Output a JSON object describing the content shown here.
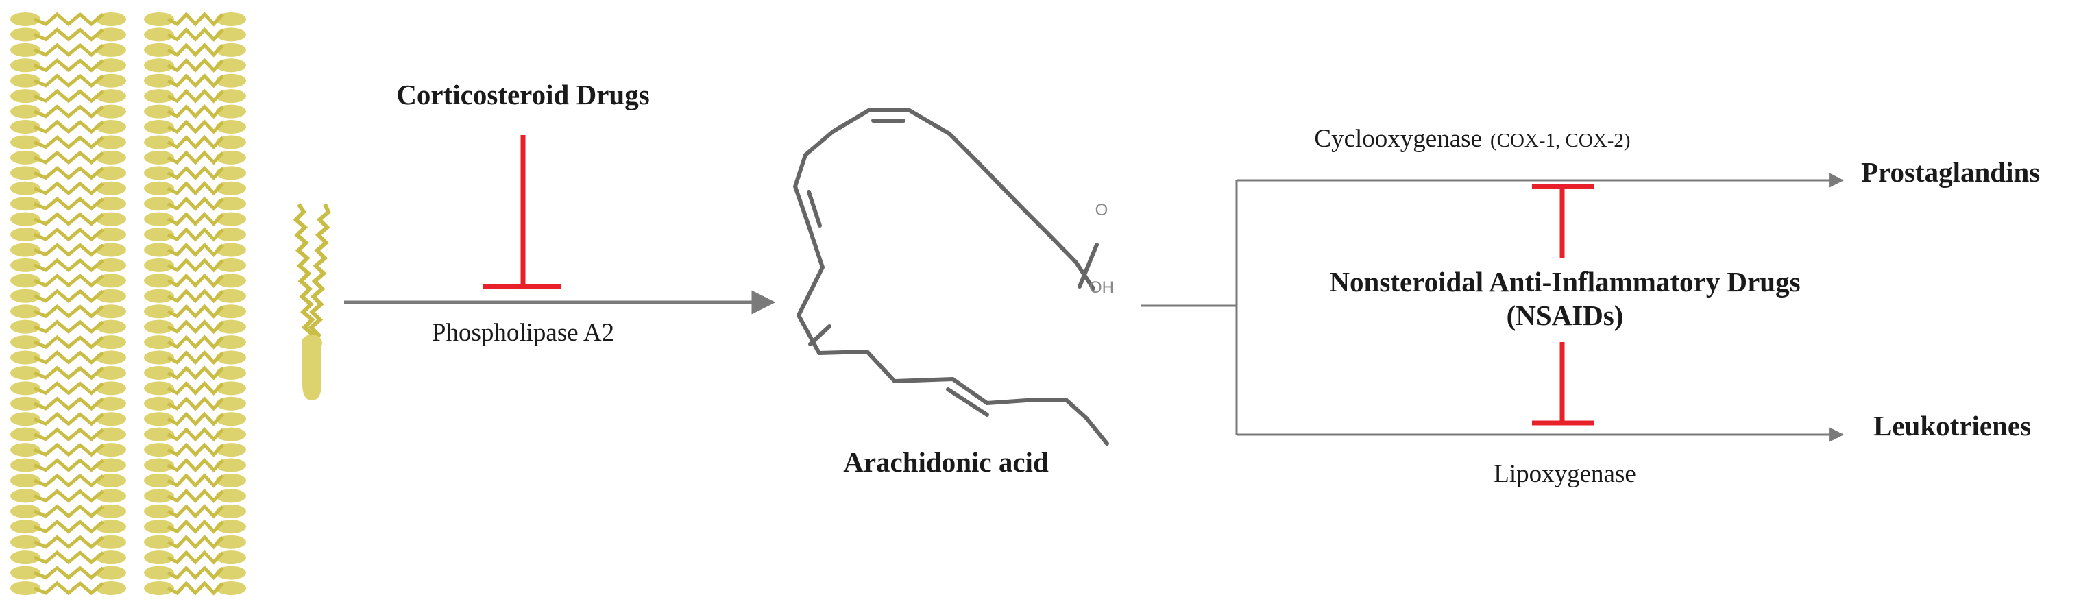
{
  "labels": {
    "corticosteroid": "Corticosteroid Drugs",
    "phospholipase": "Phospholipase A2",
    "arachidonic": "Arachidonic acid",
    "o_atom": "O",
    "oh_group": "OH",
    "cox_main": "Cyclooxygenase",
    "cox_sub": "(COX-1, COX-2)",
    "prostaglandins": "Prostaglandins",
    "nsaids_line1": "Nonsteroidal Anti-Inflammatory Drugs",
    "nsaids_line2": "(NSAIDs)",
    "leukotrienes": "Leukotrienes",
    "lipoxygenase": "Lipoxygenase"
  },
  "colors": {
    "lipid_head": "#dcd36e",
    "lipid_tail": "#c9bd45",
    "inhibitor": "#e8202a",
    "arrow": "#7a7a7a",
    "molecule": "#666666",
    "heteroatom": "#888888"
  }
}
